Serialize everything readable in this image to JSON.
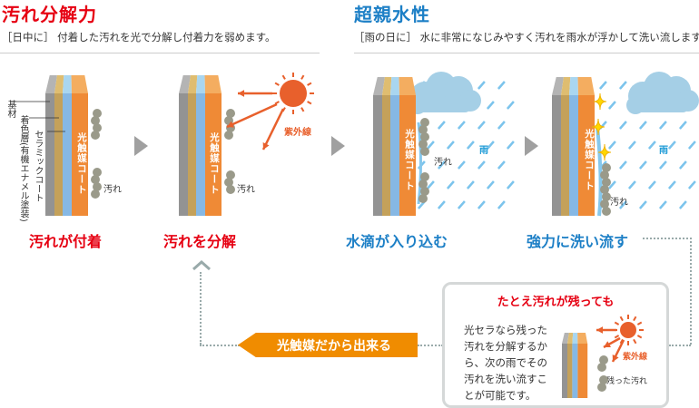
{
  "left_section": {
    "title": "汚れ分解力",
    "subtitle": "［日中に］ 付着した汚れを光で分解し付着力を弱めます。"
  },
  "right_section": {
    "title": "超親水性",
    "subtitle": "［雨の日に］ 水に非常になじみやすく汚れを雨水が浮かして洗い流します。"
  },
  "labels": {
    "substrate": "基材",
    "colored_layer": "着色層(有機エナメル塗装)",
    "ceramic_coat": "セラミックコート",
    "photocatalyst_coat": "光触媒コート",
    "dirt": "汚れ",
    "uv": "紫外線",
    "rain": "雨",
    "remaining_dirt": "残った汚れ"
  },
  "steps": [
    "汚れが付着",
    "汚れを分解",
    "水滴が入り込む",
    "強力に洗い流す"
  ],
  "note_box": {
    "title": "たとえ汚れが残っても",
    "body": [
      "光セラなら残った",
      "汚れを分解するか",
      "ら、次の雨でその",
      "汚れを洗い流すこ",
      "とが可能です。"
    ]
  },
  "cta_label": "光触媒だから出来る",
  "colors": {
    "red": "#e60012",
    "blue": "#1c7fc6",
    "orange": "#f08c00",
    "sun": "#e8602c"
  }
}
